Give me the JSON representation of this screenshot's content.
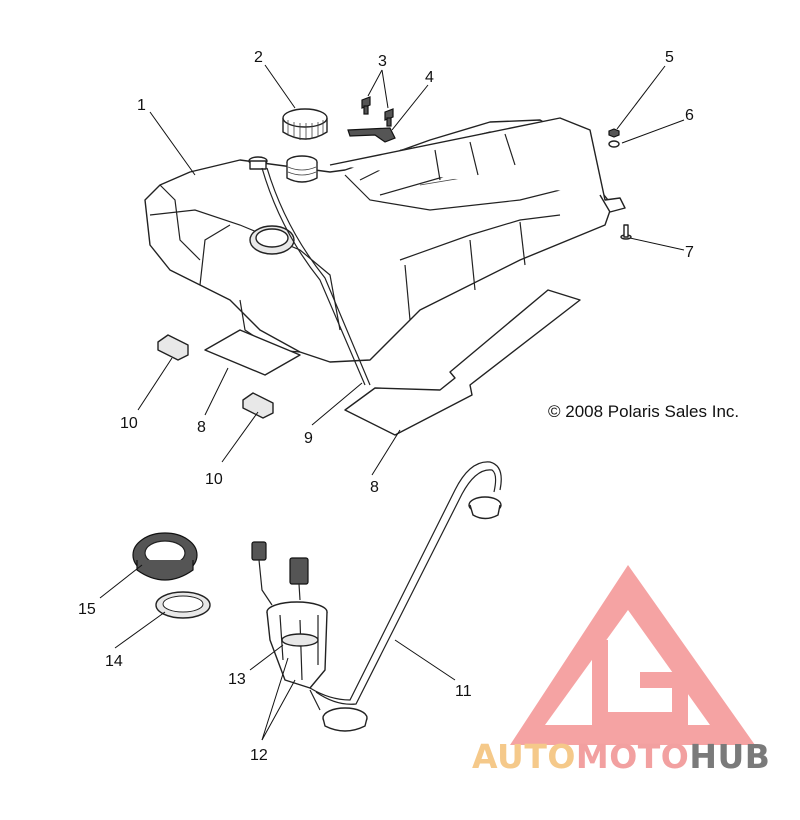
{
  "copyright": "© 2008 Polaris Sales Inc.",
  "watermark": {
    "brand_part1": "AUTO",
    "brand_part2": "MOTO",
    "brand_part3": "HUB",
    "color_part1": "#f5c98a",
    "color_part2": "#f2a0a0",
    "color_part3": "#7a7a7a",
    "logo_color": "#f49a9a"
  },
  "callouts": [
    {
      "id": "1",
      "label": "1"
    },
    {
      "id": "2",
      "label": "2"
    },
    {
      "id": "3",
      "label": "3"
    },
    {
      "id": "4",
      "label": "4"
    },
    {
      "id": "5",
      "label": "5"
    },
    {
      "id": "6",
      "label": "6"
    },
    {
      "id": "7",
      "label": "7"
    },
    {
      "id": "8a",
      "label": "8"
    },
    {
      "id": "8b",
      "label": "8"
    },
    {
      "id": "9",
      "label": "9"
    },
    {
      "id": "10a",
      "label": "10"
    },
    {
      "id": "10b",
      "label": "10"
    },
    {
      "id": "11",
      "label": "11"
    },
    {
      "id": "12",
      "label": "12"
    },
    {
      "id": "13",
      "label": "13"
    },
    {
      "id": "14",
      "label": "14"
    },
    {
      "id": "15",
      "label": "15"
    }
  ]
}
